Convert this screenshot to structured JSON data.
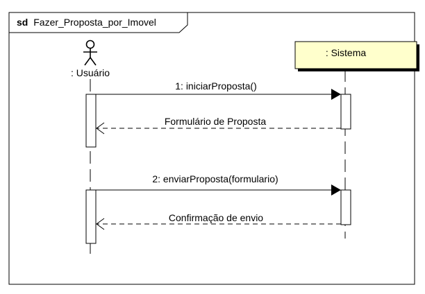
{
  "frame": {
    "keyword": "sd",
    "name": "Fazer_Proposta_por_Imovel"
  },
  "participants": [
    {
      "id": "usuario",
      "label": ": Usuário",
      "kind": "actor"
    },
    {
      "id": "sistema",
      "label": ": Sistema",
      "kind": "object",
      "fill": "#FFFFCC"
    }
  ],
  "messages": [
    {
      "id": "m1",
      "label": "1: iniciarProposta()",
      "type": "sync",
      "from": "usuario",
      "to": "sistema"
    },
    {
      "id": "r1",
      "label": "Formulário de Proposta",
      "type": "return",
      "from": "sistema",
      "to": "usuario"
    },
    {
      "id": "m2",
      "label": "2: enviarProposta(formulario)",
      "type": "sync",
      "from": "usuario",
      "to": "sistema"
    },
    {
      "id": "r2",
      "label": "Confirmação de envio",
      "type": "return",
      "from": "sistema",
      "to": "usuario"
    }
  ]
}
